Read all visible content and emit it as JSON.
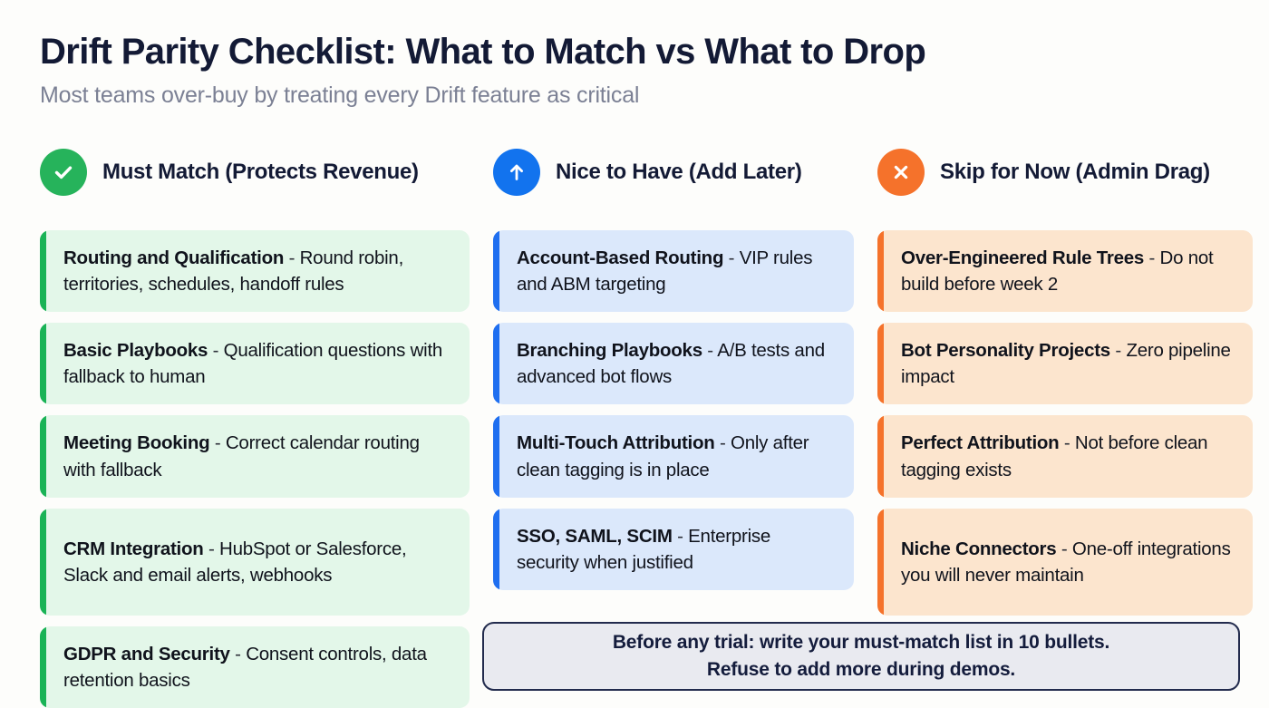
{
  "header": {
    "title": "Drift Parity Checklist: What to Match vs What to Drop",
    "subtitle": "Most teams over-buy by treating every Drift feature as critical"
  },
  "colors": {
    "background": "#fdfdfb",
    "title_text": "#131a35",
    "subtitle_text": "#7b8094",
    "green_accent": "#1ab356",
    "green_fill": "#e3f7e9",
    "green_badge": "#26b35b",
    "blue_accent": "#1f6ff0",
    "blue_fill": "#dbe8fb",
    "blue_badge": "#1273ee",
    "orange_accent": "#f5722b",
    "orange_fill": "#fce5ce",
    "orange_badge": "#f5722b",
    "callout_fill": "#e9eaf0",
    "callout_border": "#222b4d"
  },
  "columns": [
    {
      "id": "must-match",
      "icon": "check-circle-icon",
      "label": "Must Match (Protects Revenue)",
      "cards": [
        {
          "term": "Routing and Qualification",
          "sep": " - ",
          "desc": "Round robin, territories, schedules, handoff rules"
        },
        {
          "term": "Basic Playbooks",
          "sep": " - ",
          "desc": "Qualification questions with fallback to human"
        },
        {
          "term": "Meeting Booking",
          "sep": " - ",
          "desc": "Correct calendar routing with fallback"
        },
        {
          "term": "CRM Integration",
          "sep": " - ",
          "desc": "HubSpot or Salesforce, Slack and email alerts, webhooks"
        },
        {
          "term": "GDPR and Security",
          "sep": " - ",
          "desc": "Consent controls, data retention basics"
        }
      ]
    },
    {
      "id": "nice-to-have",
      "icon": "arrow-up-circle-icon",
      "label": "Nice to Have (Add Later)",
      "cards": [
        {
          "term": "Account-Based Routing",
          "sep": " - ",
          "desc": "VIP rules and ABM targeting"
        },
        {
          "term": "Branching Playbooks",
          "sep": " - ",
          "desc": "A/B tests and advanced bot flows"
        },
        {
          "term": "Multi-Touch Attribution",
          "sep": " - ",
          "desc": "Only after clean tagging is in place"
        },
        {
          "term": "SSO, SAML, SCIM",
          "sep": " - ",
          "desc": "Enterprise security when justified"
        }
      ]
    },
    {
      "id": "skip-for-now",
      "icon": "x-circle-icon",
      "label": "Skip for Now (Admin Drag)",
      "cards": [
        {
          "term": "Over-Engineered Rule Trees",
          "sep": " - ",
          "desc": "Do not build before week 2"
        },
        {
          "term": "Bot Personality Projects",
          "sep": " - ",
          "desc": "Zero pipeline impact"
        },
        {
          "term": "Perfect Attribution",
          "sep": " - ",
          "desc": "Not before clean tagging exists"
        },
        {
          "term": "Niche Connectors",
          "sep": " - ",
          "desc": "One-off integrations you will never maintain"
        }
      ]
    }
  ],
  "callout": {
    "line1": "Before any trial: write your must-match list in 10 bullets.",
    "line2": "Refuse to add more during demos."
  }
}
